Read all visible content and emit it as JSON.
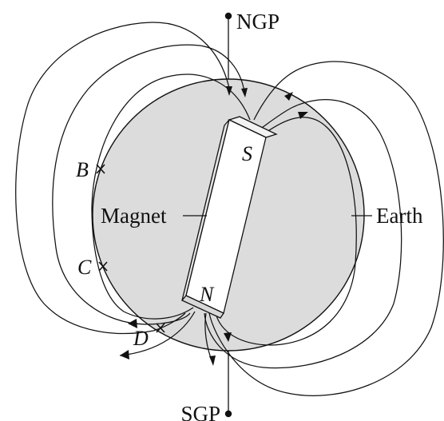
{
  "labels": {
    "ngp": "NGP",
    "sgp": "SGP",
    "magnet": "Magnet",
    "earth": "Earth",
    "pole_s": "S",
    "pole_n": "N",
    "point_b": "B",
    "point_c": "C",
    "point_d": "D"
  },
  "colors": {
    "earth_fill": "#dcdcdc",
    "magnet_face": "#ffffff",
    "magnet_side": "#e6e6e6",
    "line": "#111111"
  }
}
